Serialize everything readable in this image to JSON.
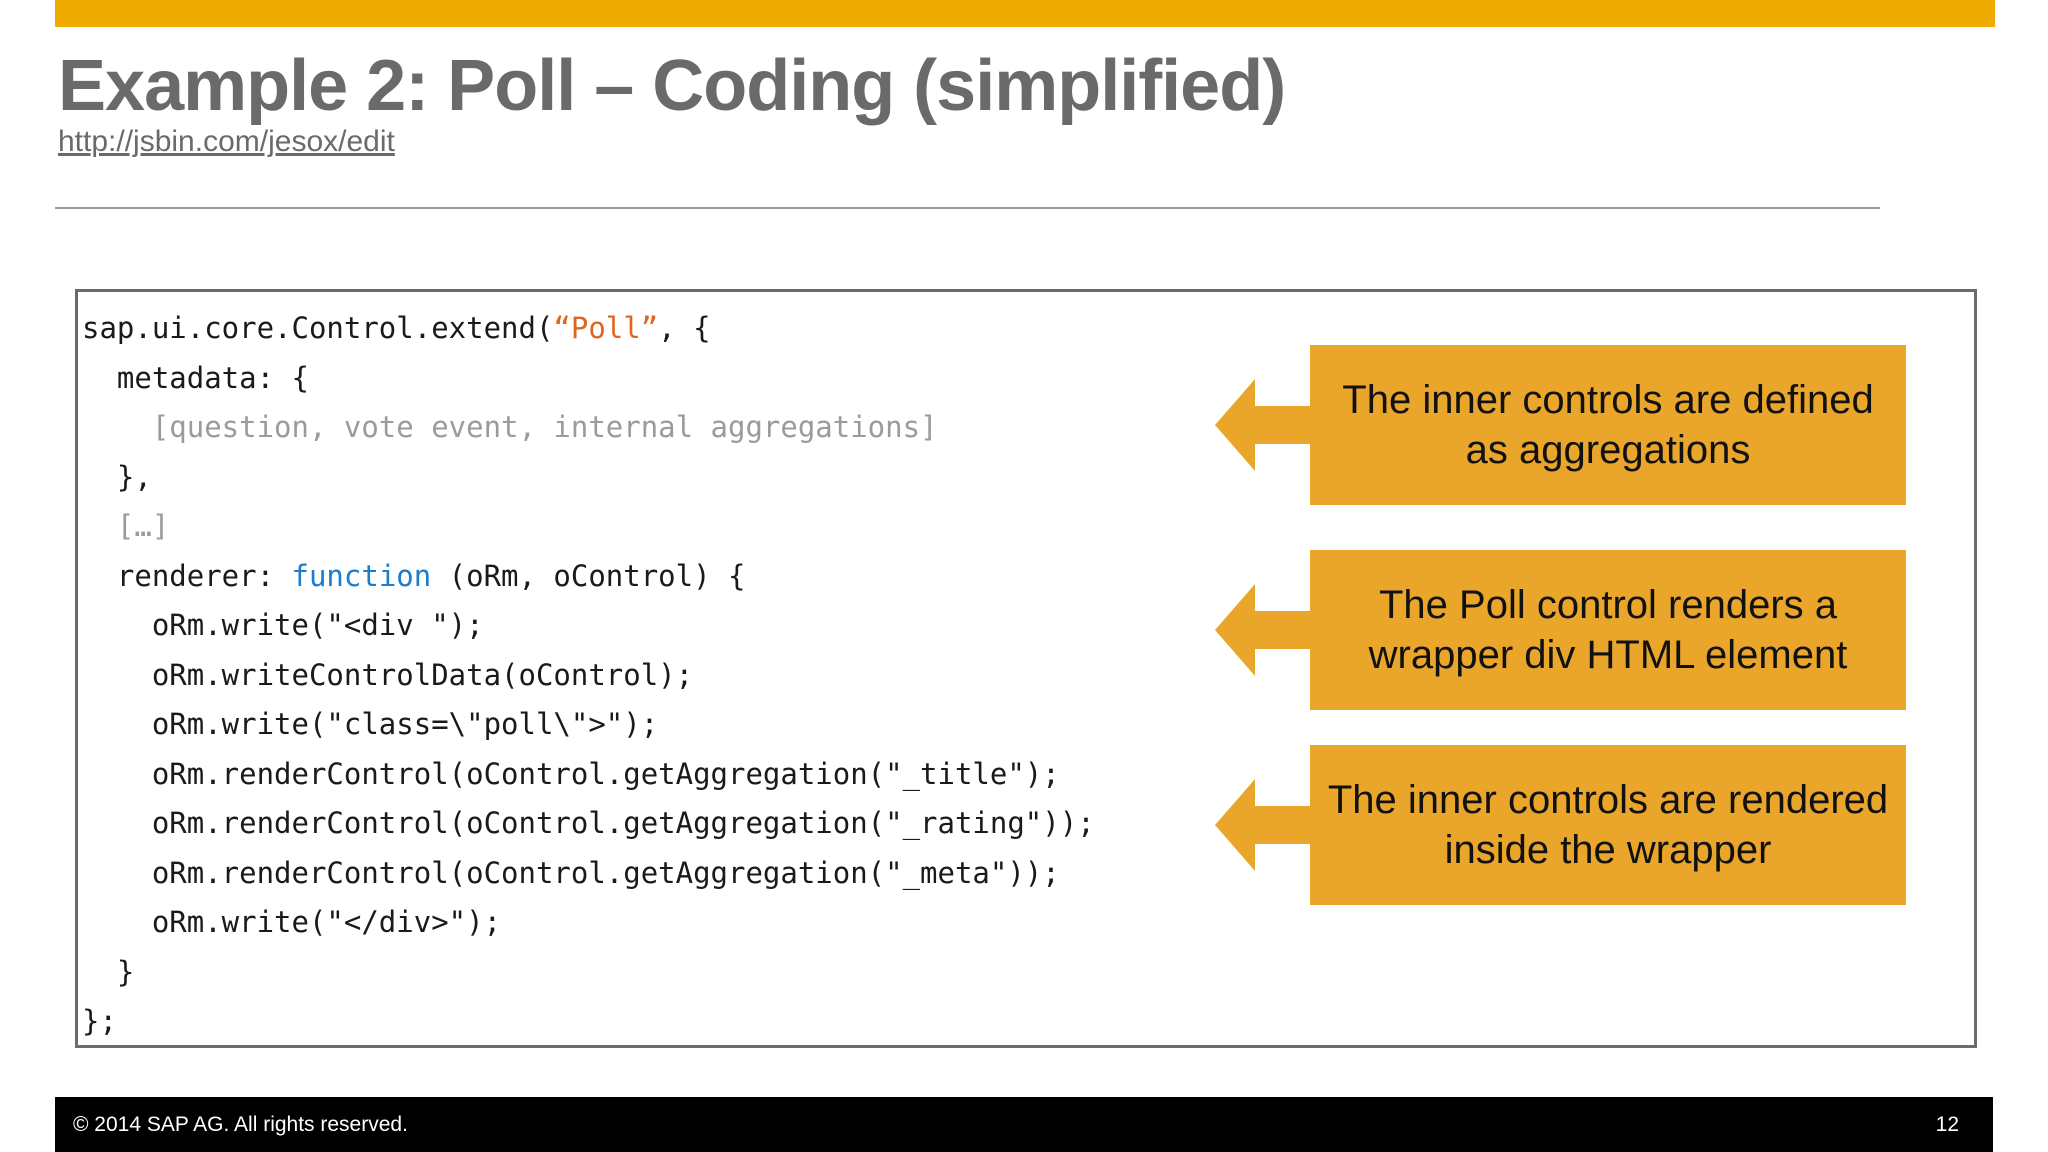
{
  "header": {
    "title": "Example 2: Poll – Coding (simplified)",
    "link": "http://jsbin.com/jesox/edit"
  },
  "code": {
    "lines": [
      [
        {
          "t": "sap.ui.core.Control.extend(",
          "s": "k"
        },
        {
          "t": "“Poll”",
          "s": "str"
        },
        {
          "t": ", {",
          "s": "k"
        }
      ],
      [
        {
          "t": "  metadata: {",
          "s": "k"
        }
      ],
      [
        {
          "t": "    [question, vote event, internal aggregations]",
          "s": "dim"
        }
      ],
      [
        {
          "t": "  },",
          "s": "k"
        }
      ],
      [
        {
          "t": "  […]",
          "s": "dim"
        }
      ],
      [
        {
          "t": "  renderer: ",
          "s": "k"
        },
        {
          "t": "function",
          "s": "kw"
        },
        {
          "t": " (oRm, oControl) {",
          "s": "k"
        }
      ],
      [
        {
          "t": "    oRm.write(\"<div \");",
          "s": "k"
        }
      ],
      [
        {
          "t": "    oRm.writeControlData(oControl);",
          "s": "k"
        }
      ],
      [
        {
          "t": "    oRm.write(\"class=\\\"poll\\\">\");",
          "s": "k"
        }
      ],
      [
        {
          "t": "    oRm.renderControl(oControl.getAggregation(\"_title\");",
          "s": "k"
        }
      ],
      [
        {
          "t": "    oRm.renderControl(oControl.getAggregation(\"_rating\"));",
          "s": "k"
        }
      ],
      [
        {
          "t": "    oRm.renderControl(oControl.getAggregation(\"_meta\"));",
          "s": "k"
        }
      ],
      [
        {
          "t": "    oRm.write(\"</div>\");",
          "s": "k"
        }
      ],
      [
        {
          "t": "  }",
          "s": "k"
        }
      ],
      [
        {
          "t": "};",
          "s": "k"
        }
      ]
    ]
  },
  "callouts": [
    {
      "text": "The inner controls are defined as aggregations"
    },
    {
      "text": "The Poll control renders a wrapper div HTML element"
    },
    {
      "text": "The inner controls are rendered inside the wrapper"
    }
  ],
  "footer": {
    "copyright": "© 2014 SAP AG. All rights reserved.",
    "page": "12"
  },
  "colors": {
    "accent": "#F0AB00",
    "callout": "#EAA62A",
    "kw": "#1C7CD0",
    "str": "#DF6620",
    "dim": "#9B9B9B",
    "titlegray": "#6A6A6A"
  }
}
